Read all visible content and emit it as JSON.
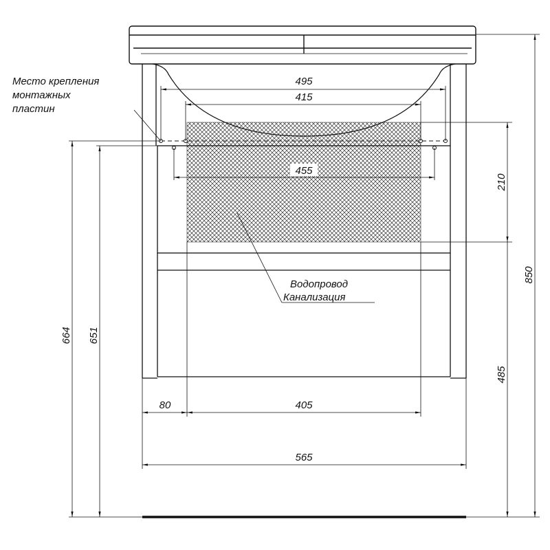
{
  "labels": {
    "mounting_line1": "Место крепления",
    "mounting_line2": "монтажных",
    "mounting_line3": "пластин",
    "utilities_line1": "Водопровод",
    "utilities_line2": "Канализация"
  },
  "dimensions": {
    "mount_outer_width": "495",
    "mount_inner_width": "415",
    "plate_width": "455",
    "utility_zone_height": "210",
    "total_height": "850",
    "utility_zone_floor_height": "485",
    "mount_height_outer": "664",
    "mount_height_inner": "651",
    "side_offset": "80",
    "utility_zone_width": "405",
    "total_width": "565"
  },
  "colors": {
    "line": "#111111",
    "hatch": "#333333"
  }
}
